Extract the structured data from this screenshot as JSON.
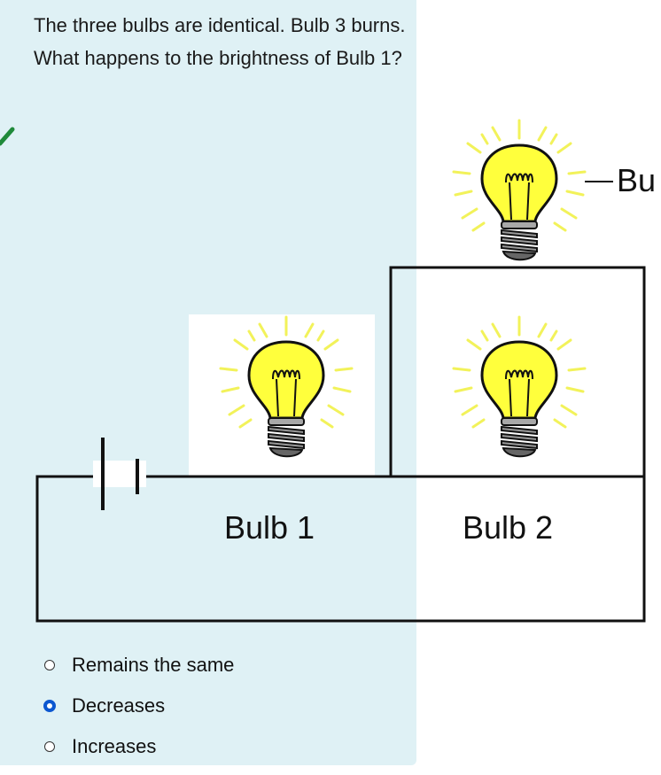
{
  "question": {
    "text": "The three bulbs are identical. Bulb 3 burns. What happens to the brightness of Bulb 1?"
  },
  "diagram": {
    "labels": {
      "bulb1": "Bulb 1",
      "bulb2": "Bulb 2",
      "bulb3_partial": "Bu"
    }
  },
  "options": [
    {
      "label": "Remains the same",
      "selected": false
    },
    {
      "label": "Decreases",
      "selected": true
    },
    {
      "label": "Increases",
      "selected": false
    }
  ],
  "colors": {
    "panel": "#dff1f5",
    "bulb_glass": "#ffff3c",
    "rays": "#f2f25a",
    "check": "#1f8a3a",
    "radio_selected": "#0b57d0"
  },
  "icons": [
    "check-icon",
    "lightbulb-icon"
  ]
}
